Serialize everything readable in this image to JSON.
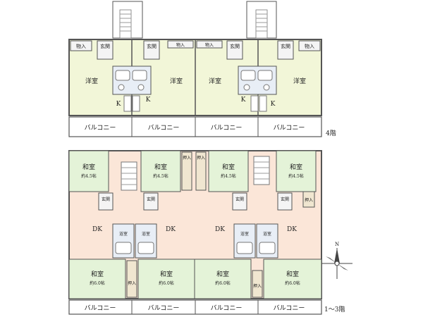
{
  "labels": {
    "western_room": "洋室",
    "japanese_room": "和室",
    "kitchen": "K",
    "dining_kitchen": "DK",
    "entrance": "玄関",
    "storage": "物入",
    "closet": "押入",
    "bathroom": "浴室",
    "balcony": "バルコニー",
    "size_4_5": "約4.5帖",
    "size_6_0": "約6.0帖"
  },
  "floors": {
    "upper": "4階",
    "lower": "1～3階"
  },
  "compass": {
    "north": "N"
  },
  "colors": {
    "western_room": "#f2f6d8",
    "japanese_room": "#e4f3d8",
    "dk": "#fbe6d8",
    "wet_area": "#e8eef6",
    "entrance": "#f4f4f4",
    "closet": "#f0e6d0",
    "wall": "#555555"
  }
}
